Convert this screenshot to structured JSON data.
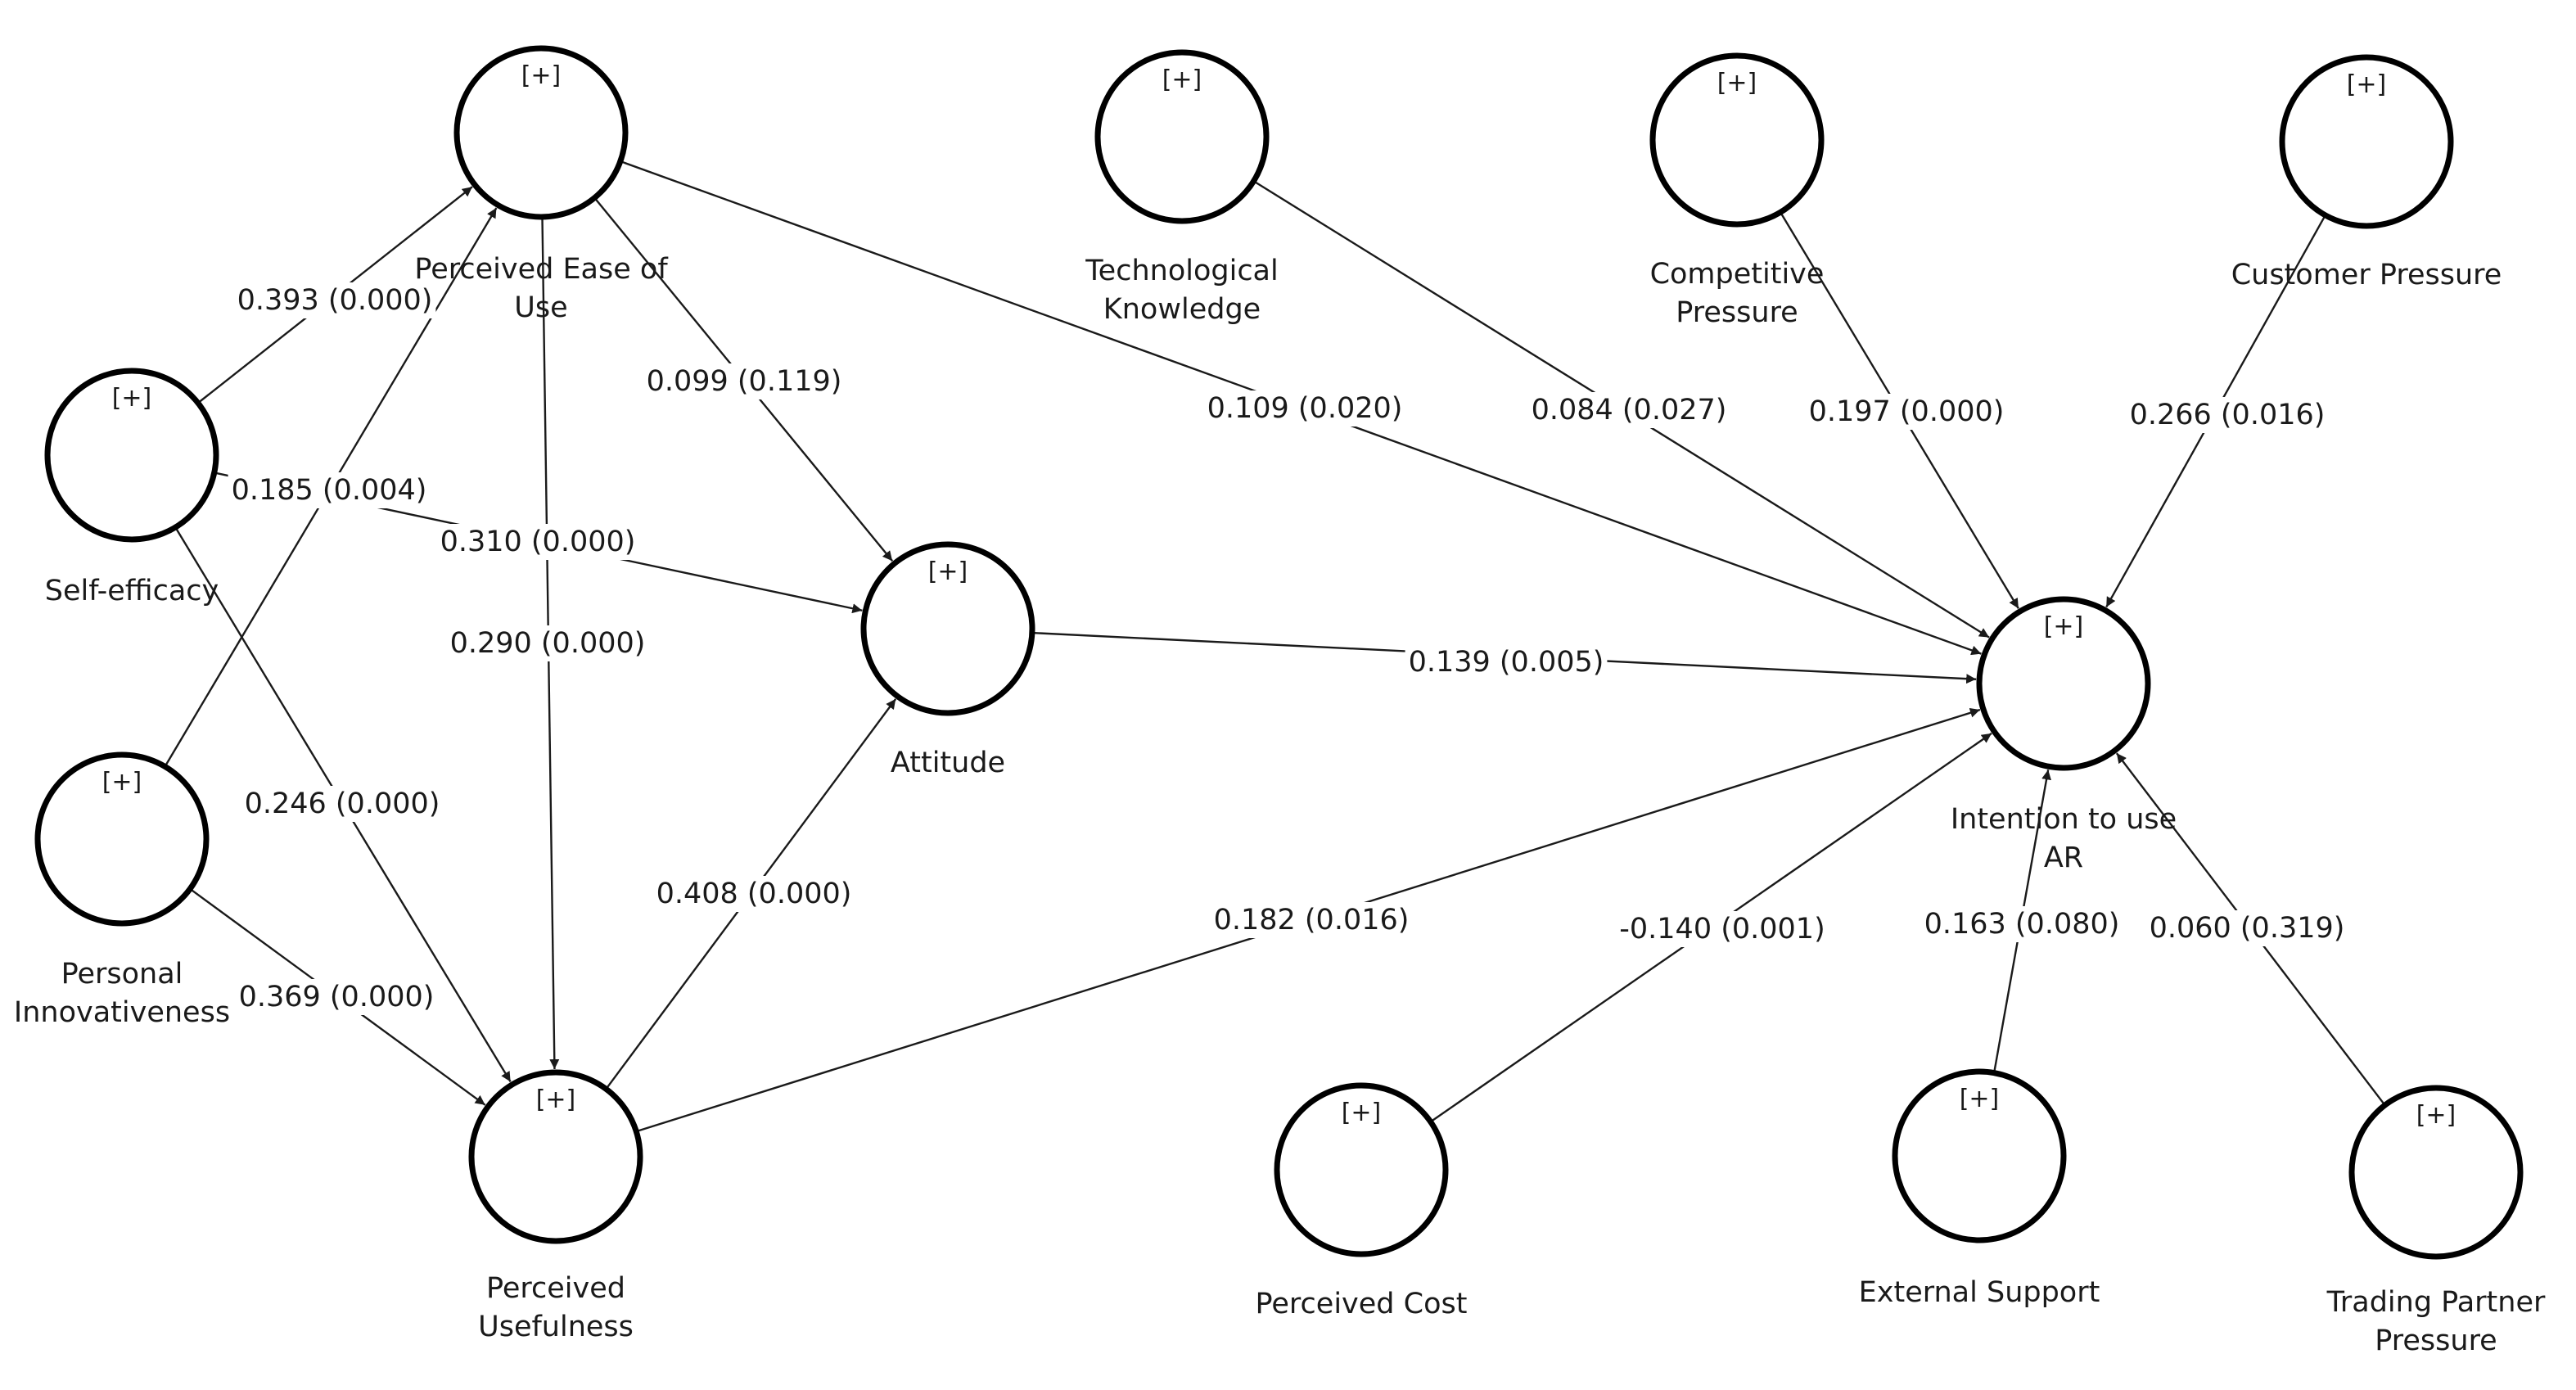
{
  "diagram": {
    "type": "structural-equation-model",
    "node_expander": "[+]",
    "colors": {
      "stroke": "#000000",
      "text": "#1a1a1a",
      "background": "#ffffff"
    },
    "nodes": [
      {
        "id": "peou",
        "label": [
          "Perceived Ease of",
          "Use"
        ]
      },
      {
        "id": "tk",
        "label": [
          "Technological",
          "Knowledge"
        ]
      },
      {
        "id": "cp",
        "label": [
          "Competitive",
          "Pressure"
        ]
      },
      {
        "id": "cusp",
        "label": [
          "Customer Pressure"
        ]
      },
      {
        "id": "se",
        "label": [
          "Self-efficacy"
        ]
      },
      {
        "id": "att",
        "label": [
          "Attitude"
        ]
      },
      {
        "id": "int",
        "label": [
          "Intention to use",
          "AR"
        ]
      },
      {
        "id": "pi",
        "label": [
          "Personal",
          "Innovativeness"
        ]
      },
      {
        "id": "pu",
        "label": [
          "Perceived",
          "Usefulness"
        ]
      },
      {
        "id": "pc",
        "label": [
          "Perceived Cost"
        ]
      },
      {
        "id": "es",
        "label": [
          "External Support"
        ]
      },
      {
        "id": "tpp",
        "label": [
          "Trading Partner",
          "Pressure"
        ]
      }
    ],
    "edges": [
      {
        "from": "se",
        "to": "peou",
        "label": "0.393 (0.000)"
      },
      {
        "from": "se",
        "to": "att",
        "label": "0.310 (0.000)"
      },
      {
        "from": "se",
        "to": "pu",
        "label": "0.246 (0.000)"
      },
      {
        "from": "pi",
        "to": "peou",
        "label": "0.185 (0.004)"
      },
      {
        "from": "pi",
        "to": "pu",
        "label": "0.369 (0.000)"
      },
      {
        "from": "peou",
        "to": "att",
        "label": "0.099 (0.119)"
      },
      {
        "from": "peou",
        "to": "pu",
        "label": "0.290 (0.000)"
      },
      {
        "from": "peou",
        "to": "int",
        "label": "0.109 (0.020)"
      },
      {
        "from": "pu",
        "to": "att",
        "label": "0.408 (0.000)"
      },
      {
        "from": "pu",
        "to": "int",
        "label": "0.182 (0.016)"
      },
      {
        "from": "att",
        "to": "int",
        "label": "0.139 (0.005)"
      },
      {
        "from": "tk",
        "to": "int",
        "label": "0.084 (0.027)"
      },
      {
        "from": "cp",
        "to": "int",
        "label": "0.197 (0.000)"
      },
      {
        "from": "cusp",
        "to": "int",
        "label": "0.266 (0.016)"
      },
      {
        "from": "pc",
        "to": "int",
        "label": "-0.140 (0.001)"
      },
      {
        "from": "es",
        "to": "int",
        "label": "0.163 (0.080)"
      },
      {
        "from": "tpp",
        "to": "int",
        "label": "0.060 (0.319)"
      }
    ]
  }
}
